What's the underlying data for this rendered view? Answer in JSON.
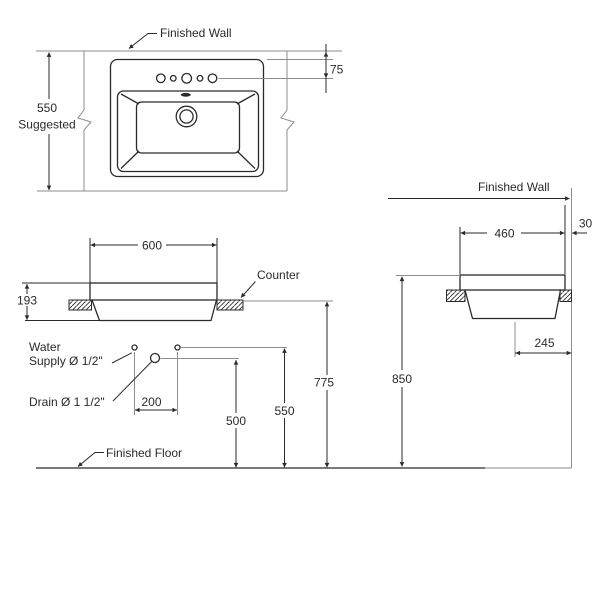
{
  "top_view": {
    "finished_wall_label": "Finished Wall",
    "height_value": "550",
    "height_note": "Suggested",
    "faucet_offset": "75"
  },
  "front_view": {
    "basin_width": "600",
    "basin_depth": "193",
    "counter_label": "Counter",
    "water_supply_label_line1": "Water",
    "water_supply_label_line2": "Supply Ø 1/2\"",
    "drain_label": "Drain Ø 1 1/2\"",
    "supply_spacing": "200",
    "drain_height": "500",
    "supply_height": "550",
    "counter_top_height": "775",
    "finished_floor_label": "Finished Floor"
  },
  "side_view": {
    "finished_wall_label": "Finished Wall",
    "basin_front_to_back": "460",
    "wall_gap": "30",
    "drain_from_wall": "245",
    "rim_height": "850"
  },
  "colors": {
    "line": "#2a2a2c",
    "reference": "#8b8d90",
    "background": "#ffffff"
  }
}
